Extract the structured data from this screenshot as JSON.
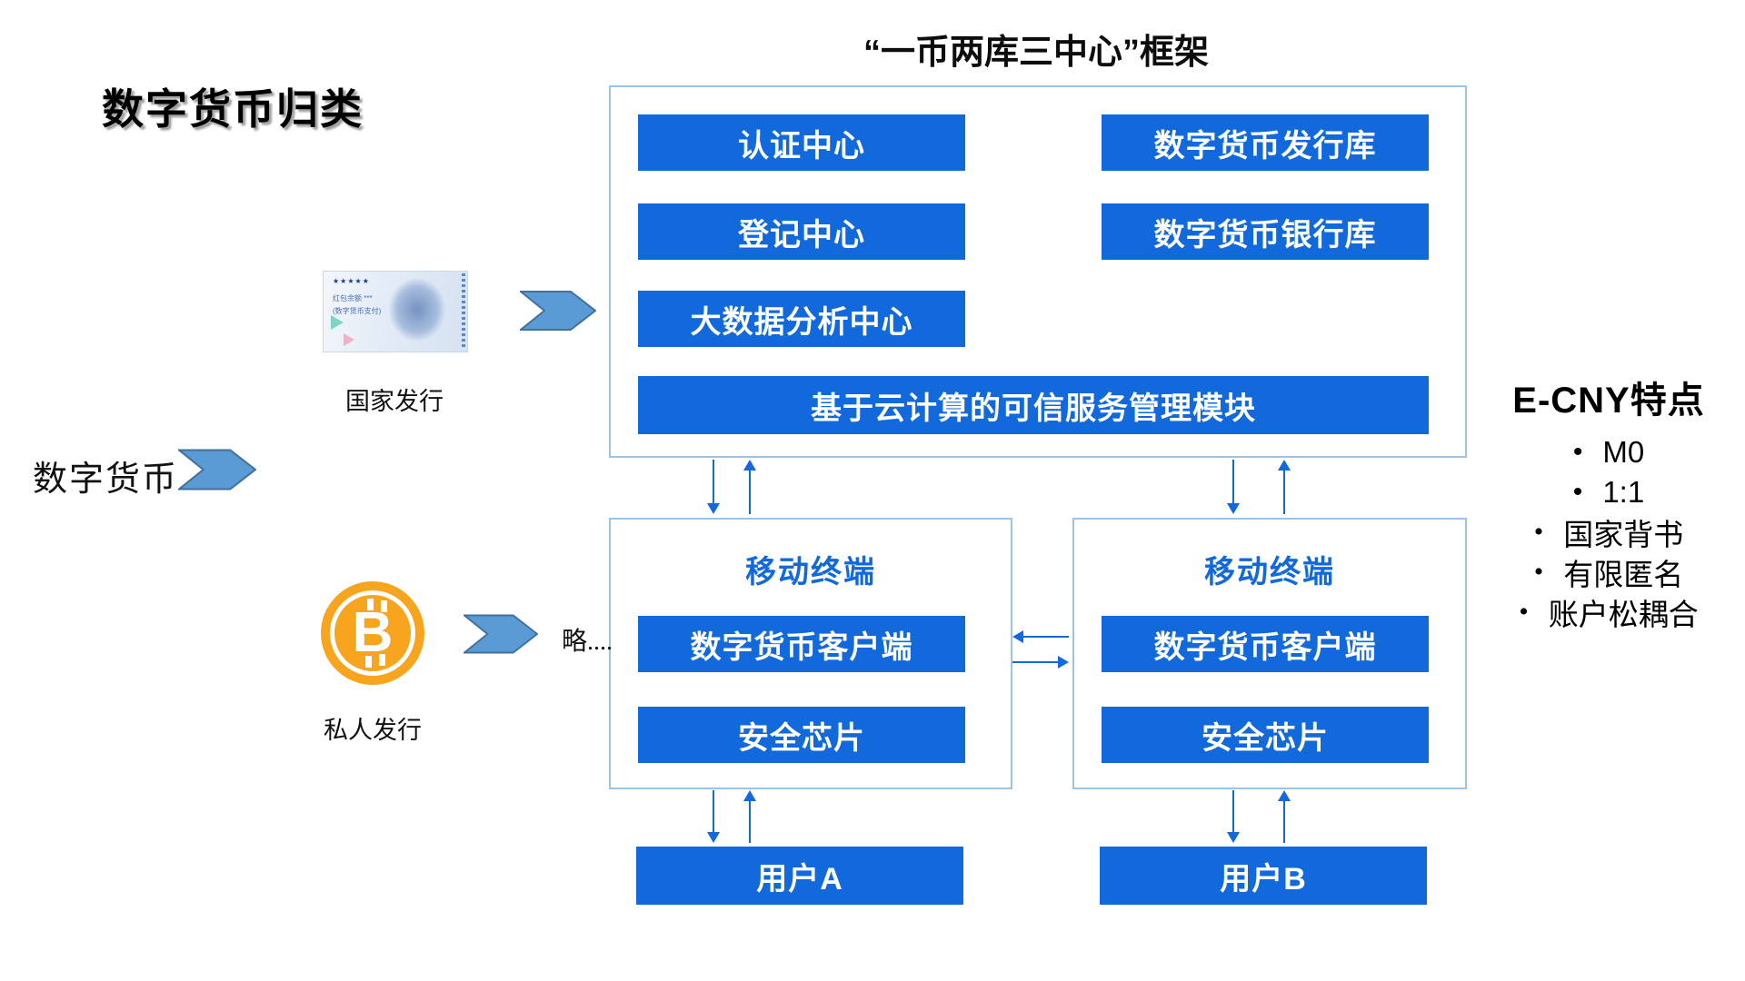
{
  "colors": {
    "accent": "#1269db",
    "box-border": "#9dc3e6",
    "chevron-fill": "#5b9bd5",
    "chevron-border": "#41719c",
    "bitcoin-orange": "#f7a51f"
  },
  "titles": {
    "classification": "数字货币归类",
    "framework": "“一币两库三中心”框架"
  },
  "framework": {
    "auth_center": "认证中心",
    "issuance_repo": "数字货币发行库",
    "registration_center": "登记中心",
    "bank_repo": "数字货币银行库",
    "bigdata_center": "大数据分析中心",
    "cloud_module": "基于云计算的可信服务管理模块"
  },
  "left_flow": {
    "root_label": "数字货币",
    "national_issuance": "国家发行",
    "private_issuance": "私人发行",
    "skip_label": "略....",
    "bitcoin_symbol": "B",
    "banknote": {
      "stars": "★★★★★",
      "balance_line": "红包余额 ***",
      "payment_line": "(数字货币支付)"
    }
  },
  "terminals": {
    "left": {
      "title": "移动终端",
      "client": "数字货币客户端",
      "chip": "安全芯片"
    },
    "right": {
      "title": "移动终端",
      "client": "数字货币客户端",
      "chip": "安全芯片"
    }
  },
  "users": {
    "a": "用户A",
    "b": "用户B"
  },
  "ecny": {
    "title": "E-CNY特点",
    "bullet": "•",
    "items": [
      "M0",
      "1:1",
      "国家背书",
      "有限匿名",
      "账户松耦合"
    ]
  }
}
